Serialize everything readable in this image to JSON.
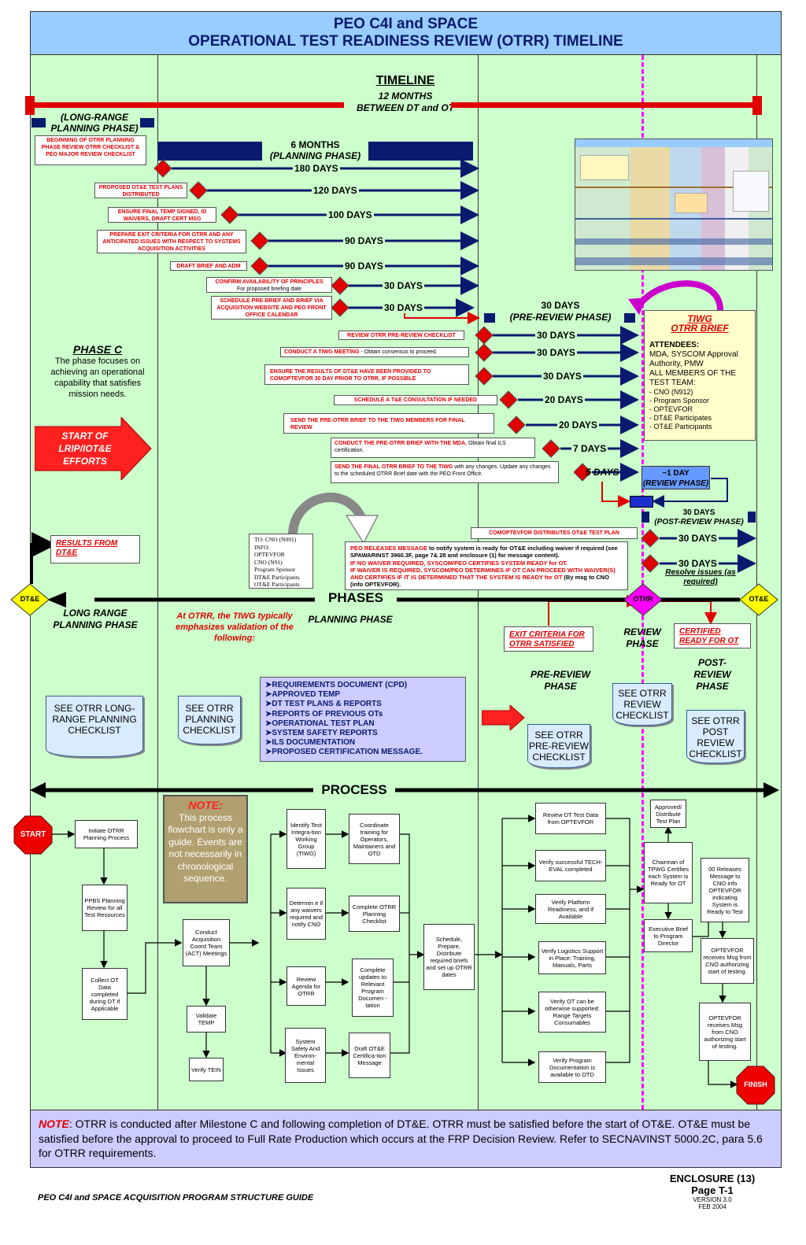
{
  "header": {
    "title1": "PEO C4I and SPACE",
    "title2": "OPERATIONAL TEST READINESS REVIEW (OTRR) TIMELINE"
  },
  "timeline": {
    "title": "TIMELINE",
    "sub1": "12 MONTHS",
    "sub2": "BETWEEN DT and OT",
    "long_range_1": "(LONG-RANGE",
    "long_range_2": "PLANNING PHASE)",
    "six_months": "6 MONTHS",
    "planning_phase": "(PLANNING PHASE)",
    "pre_review_days": "30 DAYS",
    "pre_review_phase": "(PRE-REVIEW PHASE)",
    "review_day": "~1 DAY",
    "review_phase": "(REVIEW PHASE)",
    "post_days": "30 DAYS",
    "post_phase": "(POST-REVIEW PHASE)"
  },
  "tasks": [
    {
      "text": "BEGINNING OF OTRR PLANNING PHASE REVIEW OTRR CHECKLIST & PEO MAJOR REVIEW CHECKLIST",
      "days": "180 DAYS"
    },
    {
      "text": "PROPOSED OT&E TEST PLANS DISTRIBUTED",
      "days": "120 DAYS"
    },
    {
      "text": "ENSURE FINAL TEMP SIGNED, ID WAIVERS, DRAFT CERT MSG",
      "days": "100 DAYS"
    },
    {
      "text": "PREPARE EXIT CRITERIA FOR OTRR AND ANY ANTICIPATED ISSUES WITH RESPECT TO SYSTEMS ACQUISITION ACTIVITIES",
      "days": "90 DAYS"
    },
    {
      "text": "DRAFT BRIEF AND ADM",
      "days": "90 DAYS"
    },
    {
      "text": "CONFIRM AVAILABILITY OF PRINCIPLES",
      "sub": "For proposed briefing date",
      "days": "30 DAYS"
    },
    {
      "text": "SCHEDULE PRE-BRIEF AND BRIEF VIA ACQUISITION WEBSITE AND PEO FRONT OFFICE CALENDAR",
      "days": "30 DAYS"
    },
    {
      "text": "REVIEW OTRR PRE-REVIEW CHECKLIST",
      "days": "30 DAYS"
    },
    {
      "text": "CONDUCT A TIWG MEETING",
      "sub": " - Obtain consensus to proceed.",
      "days": "30 DAYS"
    },
    {
      "text": "ENSURE THE RESULTS OF DT&E HAVE BEEN PROVIDED TO COMOPTEVFOR 30 DAY PRIOR TO OTRR, IF POSSIBLE",
      "days": "30 DAYS"
    },
    {
      "text": "SCHEDULE A T&E CONSULTATION IF NEEDED",
      "days": "20 DAYS"
    },
    {
      "text": "SEND THE PRE-OTRR BRIEF TO THE TIWG MEMBERS FOR FINAL REVIEW",
      "days": "20 DAYS"
    },
    {
      "text": "CONDUCT THE PRE-OTRR BRIEF WITH THE MDA.",
      "sub": " Obtain final ILS certification.",
      "days": "7 DAYS"
    },
    {
      "text": "SEND THE FINAL OTRR BRIEF TO THE TIWG",
      "sub": " with any changes.  Update any changes to the scheduled OTRR Brief date with the PEO Front Office.",
      "days": "5 DAYS"
    }
  ],
  "tiwg": {
    "title1": "TIWG",
    "title2": "OTRR BRIEF",
    "attendees": "ATTENDEES:",
    "l1": "MDA, SYSCOM Approval Authority, PMW",
    "l2": "ALL MEMBERS OF THE TEST TEAM:",
    "items": [
      "- CNO (N912)",
      "- Program Sponsor",
      "- OPTEVFOR",
      "- DT&E Participates",
      "- OT&E Participants"
    ]
  },
  "phase_c": {
    "title": "PHASE C",
    "text": "The phase focuses on achieving an operational capability that satisfies mission needs."
  },
  "start_lrip": "START OF LRIP/IOT&E EFFORTS",
  "results_dte": "RESULTS FROM DT&E",
  "to_cno": [
    "TO: CNO (N091)",
    "INFO:",
    "OPTEVFOR",
    "CNO (N91)",
    "Program Sponsor",
    "DT&E Participants",
    "OT&E Participants"
  ],
  "peo_msg": {
    "red1": "PEO RELEASES MESSAGE",
    "black1": " to notify system is ready for OT&E including waiver if required (see SPAWARINST 3960.3F, page 7& 28 and enclosure (1) for message content).",
    "red2": "IF NO WAIVER REQUIRED, SYSCOM/PEO CERTIFIES SYSTEM READY for OT.",
    "red3": "IF WAIVER IS REQUIRED, SYSCOM/PEO DETERMINES IF OT CAN PROCEED WITH WAIVER(S) AND CERTIFIES IF IT IS DETERMINED THAT THE SYSTEM IS READY for OT",
    "black2": " (By msg to CNO (info OPTEVFOR)."
  },
  "comopt_text": "COMOPTEVFOR DISTRIBUTES OT&E TEST PLAN",
  "post_rows": [
    "30 DAYS",
    "30 DAYS"
  ],
  "resolve": "Resolve issues (as required)",
  "phases": {
    "title": "PHASES",
    "dte": "DT&E",
    "otrr": "OTRR",
    "ote": "OT&E",
    "long_range": "LONG RANGE PLANNING PHASE",
    "tiwg_emph": "At OTRR, the TIWG typically emphasizes validation of the following:",
    "planning": "PLANNING PHASE",
    "exit": "EXIT CRITERIA FOR OTRR SATISFIED",
    "review": "REVIEW PHASE",
    "certified": "CERTIFIED READY FOR OT",
    "pre_review": "PRE-REVIEW PHASE",
    "post_review": "POST-REVIEW PHASE"
  },
  "checklists": {
    "long_range": "SEE OTRR LONG-RANGE PLANNING CHECKLIST",
    "planning": "SEE OTRR PLANNING CHECKLIST",
    "pre_review": "SEE OTRR PRE-REVIEW CHECKLIST",
    "review": "SEE OTRR REVIEW CHECKLIST",
    "post_review": "SEE OTRR POST REVIEW CHECKLIST"
  },
  "validation_items": [
    "REQUIREMENTS DOCUMENT (CPD)",
    "APPROVED TEMP",
    "DT TEST PLANS & REPORTS",
    "REPORTS OF PREVIOUS OTs",
    "OPERATIONAL TEST PLAN",
    "SYSTEM SAFETY REPORTS",
    "ILS DOCUMENTATION",
    "PROPOSED CERTIFICATION MESSAGE."
  ],
  "process": {
    "title": "PROCESS",
    "start": "START",
    "finish": "FINISH",
    "note_title": "NOTE:",
    "note_text": "This process flowchart is only a guide. Events are not necessarily in chronological sequence.",
    "boxes": {
      "initiate": "Initiate OTRR Planning Process",
      "ppbs": "PPBS Planning Review for all Test Resources",
      "collect": "Collect OT Data completed during DT if Applicable",
      "act": "Conduct Acquisition Coord Team (ACT) Meetings",
      "validate": "Validate TEMP",
      "verify_tein": "Verify TEIN",
      "identify": "Identify Test Integra-tion Working Group (TIWG)",
      "determine": "Determin e if any waivers required and notify CNO",
      "review_agenda": "Review Agenda for OTRR",
      "safety": "System Safety And Environ-mental Issues",
      "coordinate": "Coordinate training for Operators, Maintainers and OTD",
      "complete_check": "Complete OTRR Planning Checklist",
      "complete_updates": "Complete updates to Relevant Program Documen -tation",
      "draft_cert": "Draft OT&E Certifica-tion Message",
      "schedule": "Schedule, Prepare, Distribute required briefs and set up OTRR dates",
      "review_dt": "Review DT Test Data from OPTEVFOR",
      "verify_techeval": "Verify successful TECH-EVAL completed",
      "verify_platform": "Verify Platform Readiness, and if Available",
      "verify_logistics": "Verify Logistics Support in Place: Training, Manuals, Parts",
      "verify_ot": "Verify OT can be otherwise supported: Range Targets Consumables",
      "verify_program": "Verify Program Documentation is available to OTD",
      "approved": "Approved/ Distribute Test Plan",
      "chairman": "Chairman of TPWG Certifies each System is Ready for OT",
      "exec_brief": "Executive Brief to Program Director",
      "releases": "00 Releases Message to CNO info OPTEVFOR indicating System is Ready to Test",
      "optevfor1": "OPTEVFOR receives Msg from CNO authorizing start of testing.",
      "optevfor2": "OPTEVFOR receives Msg from CNO authorizing start of testing."
    }
  },
  "bottom_note": {
    "label": "NOTE",
    "text": ": OTRR is conducted after Milestone C and following completion of DT&E.  OTRR must be satisfied before the start of OT&E. OT&E must be satisfied before the approval to proceed to Full Rate Production which occurs at the FRP Decision Review.  Refer to SECNAVINST 5000.2C, para 5.6 for OTRR requirements."
  },
  "footer": {
    "guide": "PEO C4I and SPACE ACQUISITION PROGRAM STRUCTURE GUIDE",
    "enclosure": "ENCLOSURE (13)",
    "page": "Page T-1",
    "version": "VERSION 3.0",
    "date": "FEB 2004"
  },
  "colors": {
    "bg_green": "#ccffcc",
    "header_blue": "#99ccff",
    "navy": "#0a1a6e",
    "red": "#e00000",
    "magenta": "#ff00ff",
    "lavender": "#ccccff"
  }
}
